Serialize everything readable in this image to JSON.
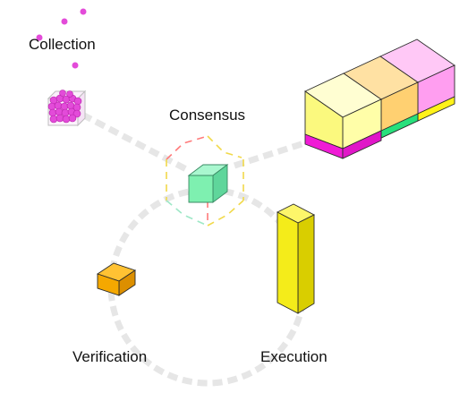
{
  "labels": {
    "collection": "Collection",
    "consensus": "Consensus",
    "verification": "Verification",
    "execution": "Execution"
  },
  "colors": {
    "path": "#e6e6e6",
    "collection_particles": "#e34bd9",
    "consensus_cube": "#7ef0b0",
    "verification_block": "#f5a800",
    "execution_pillar": "#f4ec1a",
    "chain_block_1": "#fffea8",
    "chain_block_2": "#ffd071",
    "chain_block_3": "#ff9ef0",
    "chain_strip_magenta": "#f01bd6",
    "chain_strip_green": "#27e07c",
    "chain_strip_yellow": "#fff21a"
  },
  "icons": {
    "collection": "particle-cluster-cube-icon",
    "consensus": "wireframe-cube-icon",
    "verification": "flat-block-icon",
    "execution": "tall-pillar-icon",
    "blockchain": "block-chain-icon"
  }
}
